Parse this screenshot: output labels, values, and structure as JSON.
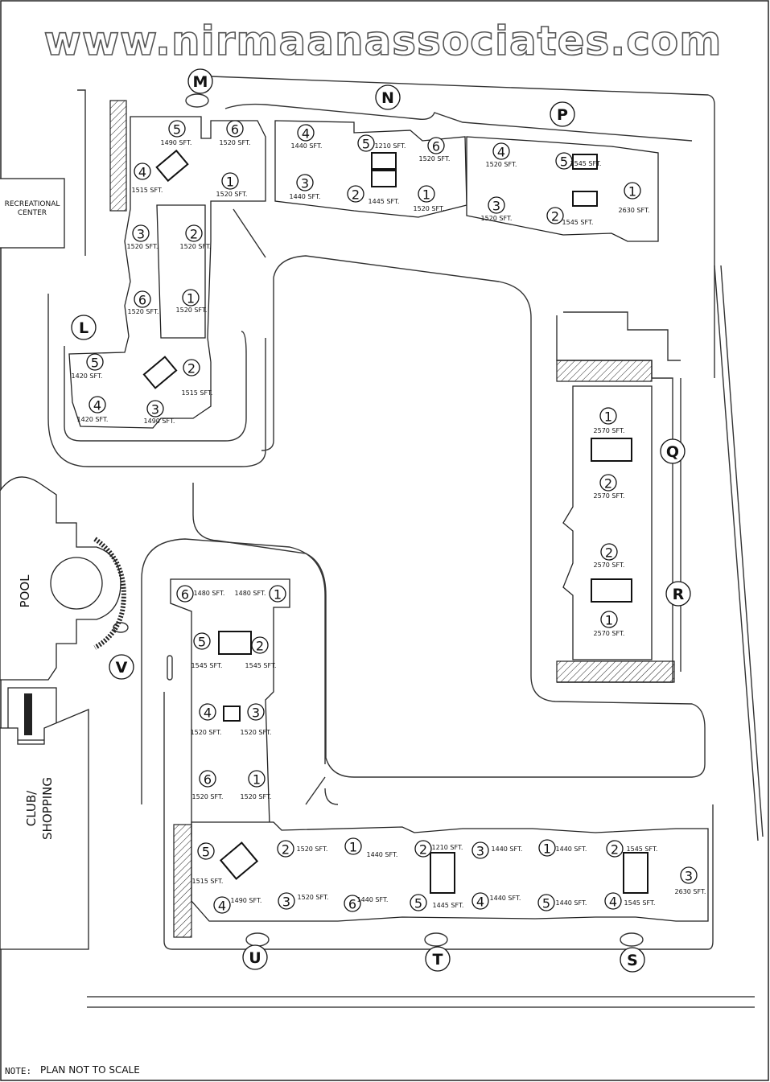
{
  "watermark": "www.nirmaanassociates.com",
  "facilities": {
    "recreational_center": [
      "RECREATIONAL",
      "CENTER"
    ],
    "pool": "POOL",
    "club_shopping": [
      "CLUB/",
      "SHOPPING"
    ]
  },
  "note": {
    "label": "NOTE:",
    "text": "PLAN NOT TO SCALE"
  },
  "blocks": [
    {
      "id": "L",
      "label": "L",
      "units": [
        {
          "no": "5",
          "sft": "1420 SFT."
        },
        {
          "no": "4",
          "sft": "1420 SFT."
        },
        {
          "no": "3",
          "sft": "1490 SFT."
        },
        {
          "no": "2",
          "sft": "1515 SFT."
        }
      ]
    },
    {
      "id": "M",
      "label": "M",
      "units": [
        {
          "no": "5",
          "sft": "1490 SFT."
        },
        {
          "no": "6",
          "sft": "1520 SFT."
        },
        {
          "no": "4",
          "sft": "1515 SFT."
        },
        {
          "no": "1",
          "sft": "1520 SFT."
        },
        {
          "no": "3",
          "sft": "1520 SFT."
        },
        {
          "no": "2",
          "sft": "1520 SFT."
        },
        {
          "no": "6",
          "sft": "1520 SFT."
        },
        {
          "no": "1",
          "sft": "1520 SFT."
        }
      ]
    },
    {
      "id": "N",
      "label": "N",
      "units": [
        {
          "no": "4",
          "sft": "1440 SFT."
        },
        {
          "no": "3",
          "sft": "1440 SFT."
        },
        {
          "no": "5",
          "sft": "1210 SFT."
        },
        {
          "no": "2",
          "sft": "1445 SFT."
        },
        {
          "no": "6",
          "sft": "1520 SFT."
        },
        {
          "no": "1",
          "sft": "1520 SFT."
        }
      ]
    },
    {
      "id": "P",
      "label": "P",
      "units": [
        {
          "no": "4",
          "sft": "1520 SFT."
        },
        {
          "no": "3",
          "sft": "1520 SFT."
        },
        {
          "no": "5",
          "sft": "1545 SFT."
        },
        {
          "no": "2",
          "sft": "1545 SFT."
        },
        {
          "no": "1",
          "sft": "2630 SFT."
        }
      ]
    },
    {
      "id": "Q",
      "label": "Q",
      "units": [
        {
          "no": "1",
          "sft": "2570 SFT."
        },
        {
          "no": "2",
          "sft": "2570 SFT."
        }
      ]
    },
    {
      "id": "R",
      "label": "R",
      "units": [
        {
          "no": "2",
          "sft": "2570 SFT."
        },
        {
          "no": "1",
          "sft": "2570 SFT."
        }
      ]
    },
    {
      "id": "V",
      "label": "V",
      "units": [
        {
          "no": "6",
          "sft": "1480 SFT."
        },
        {
          "no": "1",
          "sft": "1480 SFT."
        },
        {
          "no": "5",
          "sft": "1545 SFT."
        },
        {
          "no": "2",
          "sft": "1545 SFT."
        },
        {
          "no": "4",
          "sft": "1520 SFT."
        },
        {
          "no": "3",
          "sft": "1520 SFT."
        },
        {
          "no": "6",
          "sft": "1520 SFT."
        },
        {
          "no": "1",
          "sft": "1520 SFT."
        }
      ]
    },
    {
      "id": "U",
      "label": "U",
      "units": [
        {
          "no": "5",
          "sft": "1515 SFT."
        },
        {
          "no": "4",
          "sft": "1490 SFT."
        },
        {
          "no": "2",
          "sft": "1520 SFT."
        },
        {
          "no": "3",
          "sft": "1520 SFT."
        }
      ]
    },
    {
      "id": "T",
      "label": "T",
      "units": [
        {
          "no": "1",
          "sft": "1440 SFT."
        },
        {
          "no": "6",
          "sft": "1440 SFT."
        },
        {
          "no": "2",
          "sft": "1210 SFT."
        },
        {
          "no": "5",
          "sft": "1445 SFT."
        },
        {
          "no": "3",
          "sft": "1440 SFT."
        },
        {
          "no": "4",
          "sft": "1440 SFT."
        }
      ]
    },
    {
      "id": "S",
      "label": "S",
      "units": [
        {
          "no": "1",
          "sft": "1440 SFT."
        },
        {
          "no": "5",
          "sft": "1440 SFT."
        },
        {
          "no": "2",
          "sft": "1545 SFT."
        },
        {
          "no": "4",
          "sft": "1545 SFT."
        },
        {
          "no": "3",
          "sft": "2630 SFT."
        }
      ]
    }
  ]
}
